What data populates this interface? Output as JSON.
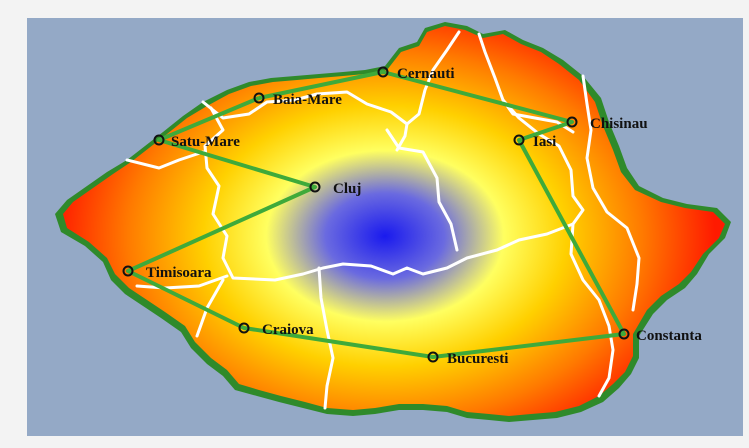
{
  "cities": [
    {
      "id": "cernauti",
      "name": "Cernauti"
    },
    {
      "id": "baia-mare",
      "name": "Baia-Mare"
    },
    {
      "id": "satu-mare",
      "name": "Satu-Mare"
    },
    {
      "id": "chisinau",
      "name": "Chisinau"
    },
    {
      "id": "iasi",
      "name": "Iasi"
    },
    {
      "id": "cluj",
      "name": "Cluj"
    },
    {
      "id": "timisoara",
      "name": "Timisoara"
    },
    {
      "id": "craiova",
      "name": "Craiova"
    },
    {
      "id": "bucuresti",
      "name": "Bucuresti"
    },
    {
      "id": "constanta",
      "name": "Constanta"
    }
  ],
  "route": [
    "baia-mare",
    "cernauti",
    "chisinau",
    "iasi",
    "constanta",
    "bucuresti",
    "craiova",
    "timisoara",
    "cluj",
    "satu-mare",
    "baia-mare"
  ],
  "colors": {
    "background": "#94a9c6",
    "border": "#2f8a2a",
    "route": "#3faa3a",
    "hot": "#ff1a00",
    "mid": "#ffd000",
    "cool": "#ffff60",
    "center": "#1a1aee",
    "region_lines": "#ffffff"
  }
}
